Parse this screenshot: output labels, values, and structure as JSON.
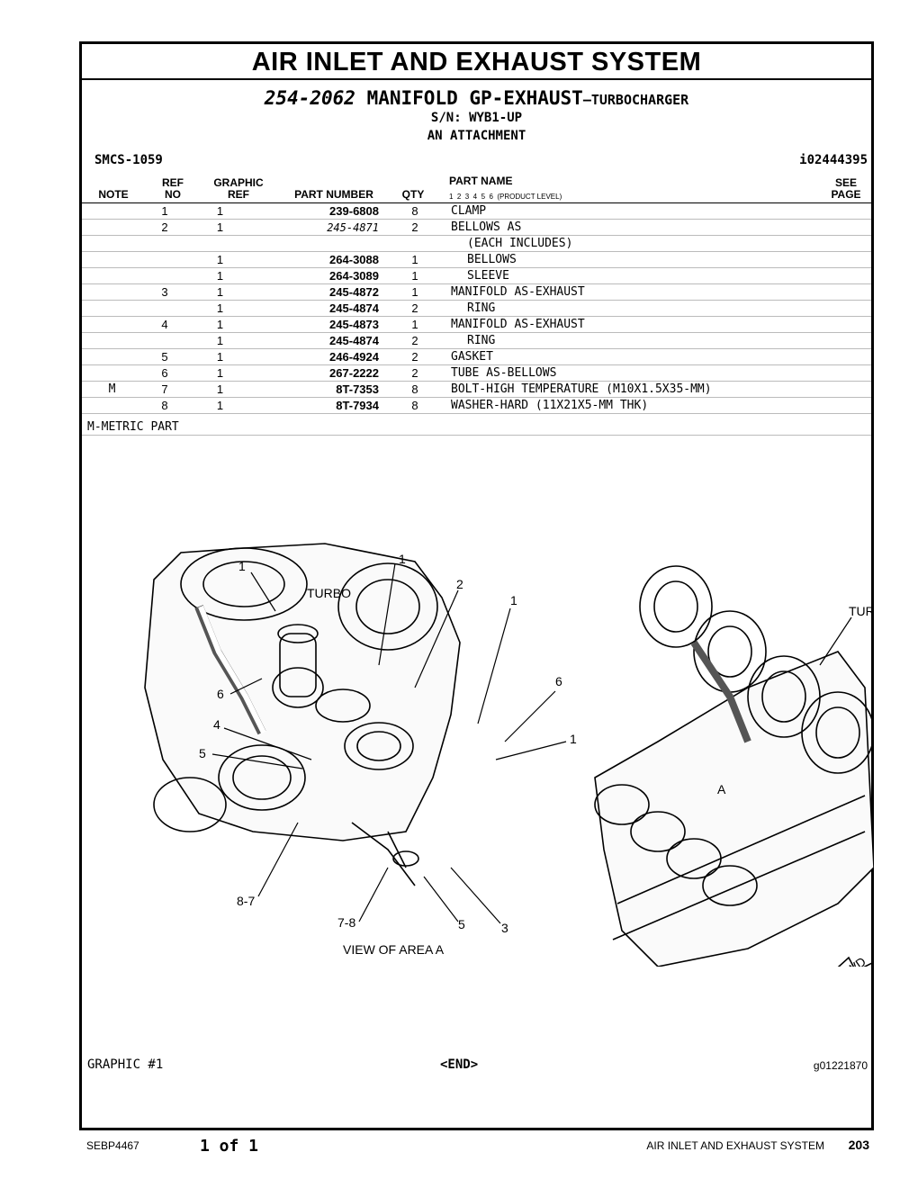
{
  "title": "AIR INLET AND EXHAUST SYSTEM",
  "group": {
    "number": "254-2062",
    "name": "MANIFOLD GP-EXHAUST",
    "suffix": "—TURBOCHARGER",
    "serial": "S/N: WYB1-UP",
    "attachment": "AN ATTACHMENT"
  },
  "smcs": "SMCS-1059",
  "info_ref": "i02444395",
  "columns": {
    "note": "NOTE",
    "ref_no_1": "REF",
    "ref_no_2": "NO",
    "graphic_ref_1": "GRAPHIC",
    "graphic_ref_2": "REF",
    "part_number": "PART NUMBER",
    "qty": "QTY",
    "part_name": "PART NAME",
    "levels": "1  2  3  4  5  6  (PRODUCT LEVEL)",
    "see_page_1": "SEE",
    "see_page_2": "PAGE"
  },
  "rows": [
    {
      "note": "",
      "ref": "1",
      "gref": "1",
      "pn": "239-6808",
      "qty": "8",
      "name": "CLAMP",
      "indent": false,
      "italic": false
    },
    {
      "note": "",
      "ref": "2",
      "gref": "1",
      "pn": "245-4871",
      "qty": "2",
      "name": "BELLOWS AS",
      "indent": false,
      "italic": true
    },
    {
      "note": "",
      "ref": "",
      "gref": "",
      "pn": "",
      "qty": "",
      "name": "(EACH INCLUDES)",
      "indent": true,
      "italic": false
    },
    {
      "note": "",
      "ref": "",
      "gref": "1",
      "pn": "264-3088",
      "qty": "1",
      "name": "BELLOWS",
      "indent": true,
      "italic": false
    },
    {
      "note": "",
      "ref": "",
      "gref": "1",
      "pn": "264-3089",
      "qty": "1",
      "name": "SLEEVE",
      "indent": true,
      "italic": false
    },
    {
      "note": "",
      "ref": "3",
      "gref": "1",
      "pn": "245-4872",
      "qty": "1",
      "name": "MANIFOLD AS-EXHAUST",
      "indent": false,
      "italic": false
    },
    {
      "note": "",
      "ref": "",
      "gref": "1",
      "pn": "245-4874",
      "qty": "2",
      "name": "RING",
      "indent": true,
      "italic": false
    },
    {
      "note": "",
      "ref": "4",
      "gref": "1",
      "pn": "245-4873",
      "qty": "1",
      "name": "MANIFOLD AS-EXHAUST",
      "indent": false,
      "italic": false
    },
    {
      "note": "",
      "ref": "",
      "gref": "1",
      "pn": "245-4874",
      "qty": "2",
      "name": "RING",
      "indent": true,
      "italic": false
    },
    {
      "note": "",
      "ref": "5",
      "gref": "1",
      "pn": "246-4924",
      "qty": "2",
      "name": "GASKET",
      "indent": false,
      "italic": false
    },
    {
      "note": "",
      "ref": "6",
      "gref": "1",
      "pn": "267-2222",
      "qty": "2",
      "name": "TUBE AS-BELLOWS",
      "indent": false,
      "italic": false
    },
    {
      "note": "M",
      "ref": "7",
      "gref": "1",
      "pn": "8T-7353",
      "qty": "8",
      "name": "BOLT-HIGH TEMPERATURE (M10X1.5X35-MM)",
      "indent": false,
      "italic": false
    },
    {
      "note": "",
      "ref": "8",
      "gref": "1",
      "pn": "8T-7934",
      "qty": "8",
      "name": "WASHER-HARD (11X21X5-MM THK)",
      "indent": false,
      "italic": false
    }
  ],
  "metric_note": "M-METRIC PART",
  "graphic": {
    "callouts_left": [
      "1",
      "1",
      "2",
      "1",
      "6",
      "4",
      "5",
      "6",
      "1",
      "8-7",
      "7-8",
      "5",
      "3"
    ],
    "turbo_left": "TURBO",
    "turbo_right": "TURBO",
    "view_label": "VIEW OF AREA A",
    "area_label": "A",
    "fwd_label": "FWD",
    "label": "GRAPHIC #1",
    "end": "<END>",
    "id": "g01221870"
  },
  "footer": {
    "doc": "SEBP4467",
    "pages": "1 of 1",
    "section": "AIR INLET AND EXHAUST SYSTEM",
    "page": "203"
  }
}
